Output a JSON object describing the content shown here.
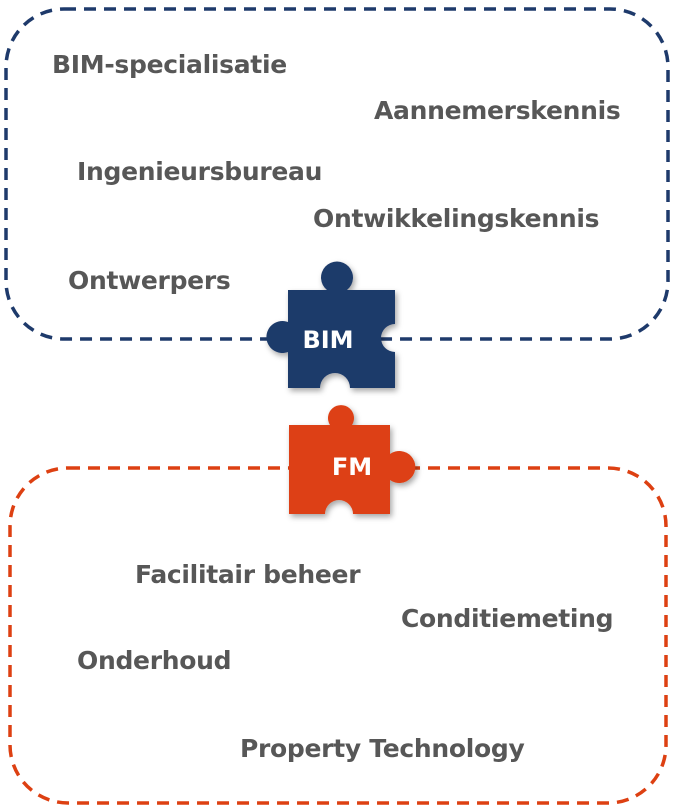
{
  "colors": {
    "bim": "#1e3a6b",
    "fm": "#dd4012",
    "text": "#575757",
    "background": "#ffffff"
  },
  "bim_group": {
    "piece_label": "BIM",
    "terms": [
      "BIM-specialisatie",
      "Aannemerskennis",
      "Ingenieursbureau",
      "Ontwikkelingskennis",
      "Ontwerpers"
    ]
  },
  "fm_group": {
    "piece_label": "FM",
    "terms": [
      "Facilitair beheer",
      "Conditiemeting",
      "Onderhoud",
      "Property Technology"
    ]
  }
}
